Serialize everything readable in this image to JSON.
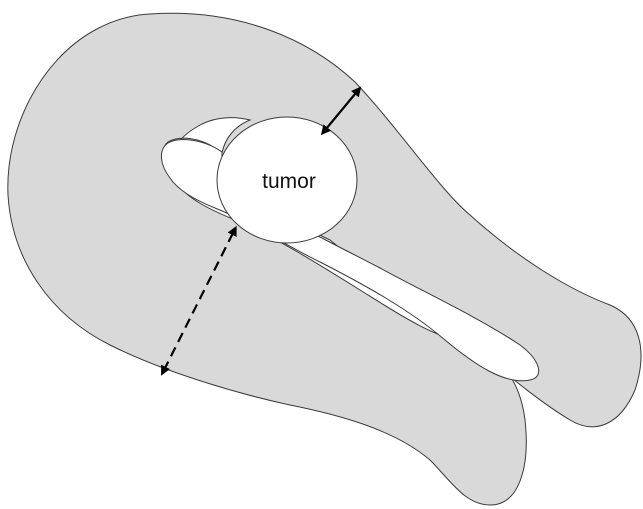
{
  "diagram": {
    "tumor_label": "tumor",
    "colors": {
      "tissue_fill": "#d9d9d9",
      "outline": "#3a3a3a",
      "lumen_fill": "#ffffff",
      "tumor_fill": "#ffffff",
      "arrow": "#000000"
    },
    "arrows": [
      {
        "name": "solid-margin-arrow",
        "style": "solid"
      },
      {
        "name": "dashed-margin-arrow",
        "style": "dashed"
      }
    ]
  }
}
